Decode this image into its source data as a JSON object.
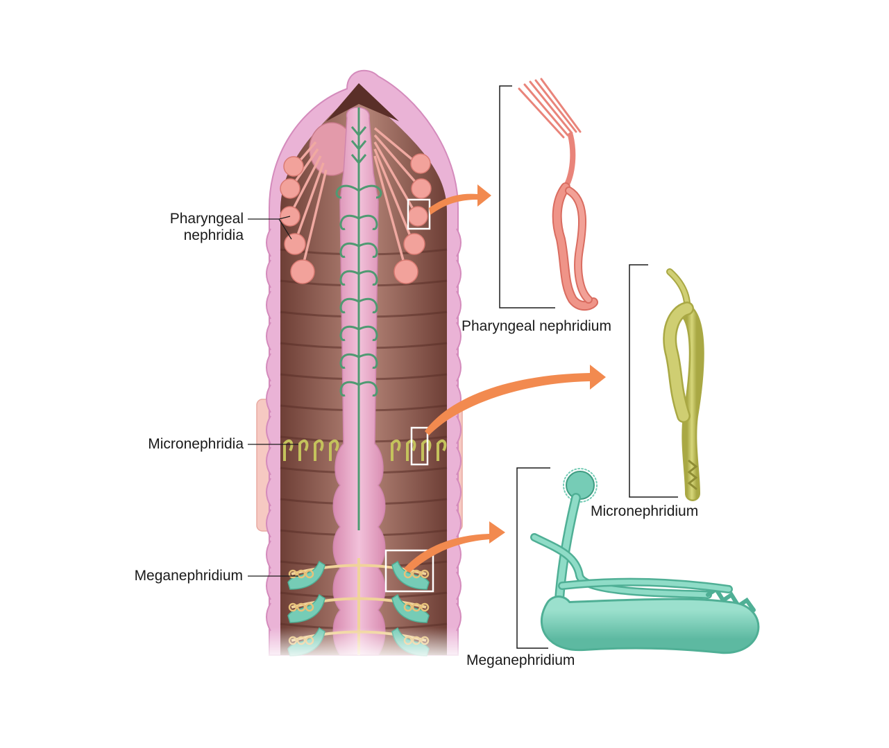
{
  "labels": {
    "pharyngeal_left_line1": "Pharyngeal",
    "pharyngeal_left_line2": "nephridia",
    "micronephridia_left": "Micronephridia",
    "meganephridium_left": "Meganephridium",
    "pharyngeal_detail": "Pharyngeal nephridium",
    "micronephridium_detail": "Micronephridium",
    "meganephridium_detail": "Meganephridium"
  },
  "colors": {
    "body_wall": "#eab3d6",
    "body_interior": "#8a564b",
    "gut": "#e6a3c2",
    "vessel": "#4f9a72",
    "pharyngeal": "#e9847a",
    "micro": "#c4c25c",
    "mega": "#76ccb6",
    "arrow": "#f28a4f"
  }
}
